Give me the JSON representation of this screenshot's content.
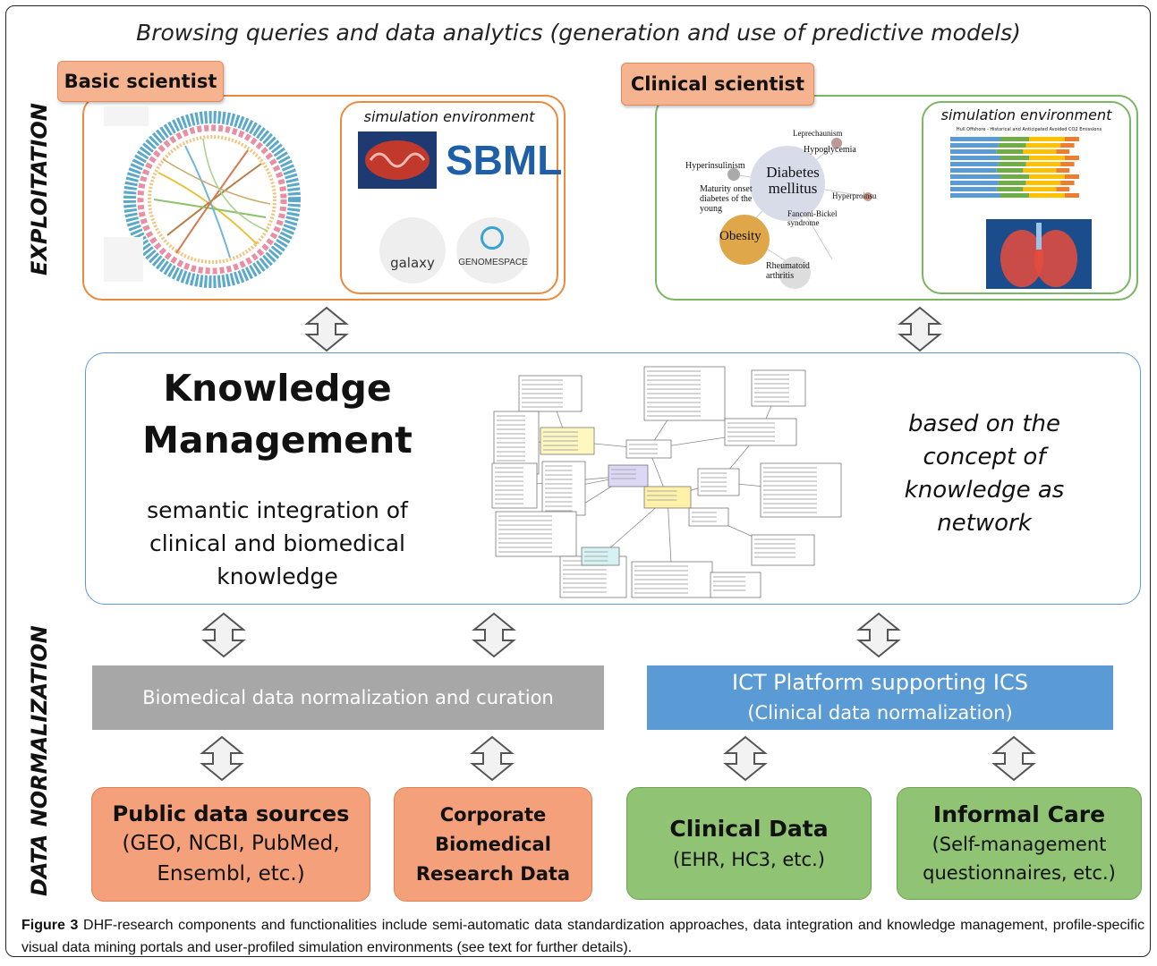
{
  "header": {
    "title": "Browsing queries and data analytics (generation and use of predictive models)"
  },
  "side_labels": {
    "top": "EXPLOITATION",
    "bottom": "DATA NORMALIZATION"
  },
  "exploitation": {
    "basic": {
      "tab": "Basic scientist",
      "sim_label": "simulation environment",
      "logos": {
        "sbml": "SBML",
        "galaxy": "galaxy",
        "genomespace": "GENOMESPACE"
      }
    },
    "clinical": {
      "tab": "Clinical scientist",
      "sim_label": "simulation environment",
      "network_terms": [
        "Diabetes mellitus",
        "Obesity",
        "Hyperinsulinism",
        "Maturity onset diabetes of the young",
        "Hypoglycemia",
        "Leprechaunism",
        "Rheumatoid arthritis",
        "Fanconi-Bickel syndrome",
        "Hyperproinsulinemia"
      ],
      "chart_title": "Hull Offshore - Historical and Anticipated Avoided CO2 Emissions"
    }
  },
  "knowledge": {
    "title_line1": "Knowledge",
    "title_line2": "Management",
    "subtitle": "semantic integration of clinical and biomedical knowledge",
    "right_text": "based on the concept of knowledge as network"
  },
  "normalization": {
    "biomedical_bar": "Biomedical data normalization and curation",
    "ict_line1": "ICT Platform supporting ICS",
    "ict_line2": "(Clinical data normalization)"
  },
  "sources": {
    "public": {
      "title": "Public data sources",
      "detail": "(GEO, NCBI, PubMed, Ensembl, etc.)"
    },
    "corporate": {
      "title": "Corporate Biomedical Research Data"
    },
    "clinical": {
      "title": "Clinical Data",
      "detail": "(EHR, HC3, etc.)"
    },
    "informal": {
      "title": "Informal Care",
      "detail": "(Self-management questionnaires, etc.)"
    }
  },
  "caption": {
    "label": "Figure 3",
    "text": "DHF-research components and functionalities include semi-automatic data standardization approaches, data integration and knowledge management, profile-specific visual data mining portals and user-profiled simulation environments (see text for further details)."
  },
  "colors": {
    "orange_border": "#ea8a3c",
    "green_border": "#7bb662",
    "km_border": "#5b9bd5",
    "gray_bar": "#a7a7a7",
    "blue_bar": "#5b9bd5",
    "orange_fill": "#f4a07a",
    "green_fill": "#90c474"
  }
}
